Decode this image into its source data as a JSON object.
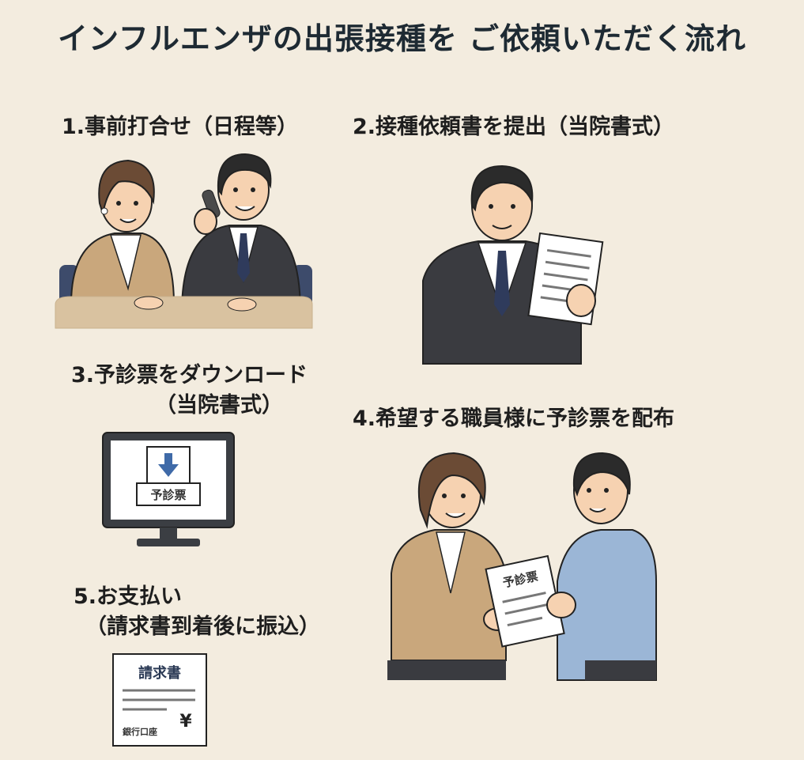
{
  "title": "インフルエンザの出張接種を ご依頼いただく流れ",
  "steps": [
    {
      "label": "1.事前打合せ（日程等）"
    },
    {
      "label": "2.接種依頼書を提出（当院書式）"
    },
    {
      "label": "3.予診票をダウンロード",
      "sub": "（当院書式）"
    },
    {
      "label": "4.希望する職員様に予診票を配布"
    },
    {
      "label": "5.お支払い",
      "sub": "（請求書到着後に振込）"
    }
  ],
  "illustrations": {
    "monitor_doc_label": "予診票",
    "handout_doc_label": "予診票",
    "invoice_title": "請求書",
    "invoice_yen": "¥",
    "invoice_bank": "銀行口座"
  }
}
